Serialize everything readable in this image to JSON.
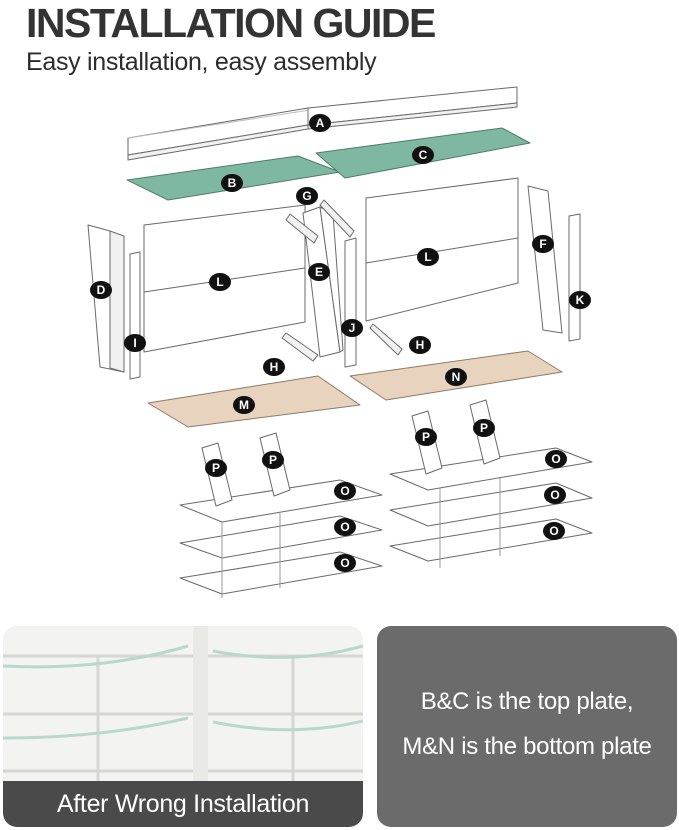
{
  "header": {
    "title": "INSTALLATION GUIDE",
    "subtitle": "Easy installation, easy assembly"
  },
  "parts": {
    "A": "A",
    "B": "B",
    "C": "C",
    "D": "D",
    "E": "E",
    "F": "F",
    "G": "G",
    "H": "H",
    "I": "I",
    "J": "J",
    "K": "K",
    "L": "L",
    "M": "M",
    "N": "N",
    "O": "O",
    "P": "P"
  },
  "photo_panel": {
    "caption": "After Wrong Installation"
  },
  "note_panel": {
    "line1": "B&C is the top plate,",
    "line2": "M&N is the bottom plate"
  },
  "colors": {
    "title": "#333333",
    "green_plate": "#7fb8a0",
    "wood_plate": "#e8d3bf",
    "label_badge": "#111111",
    "caption_bar": "#4a4a4a",
    "note_background": "#6b6b6b"
  }
}
